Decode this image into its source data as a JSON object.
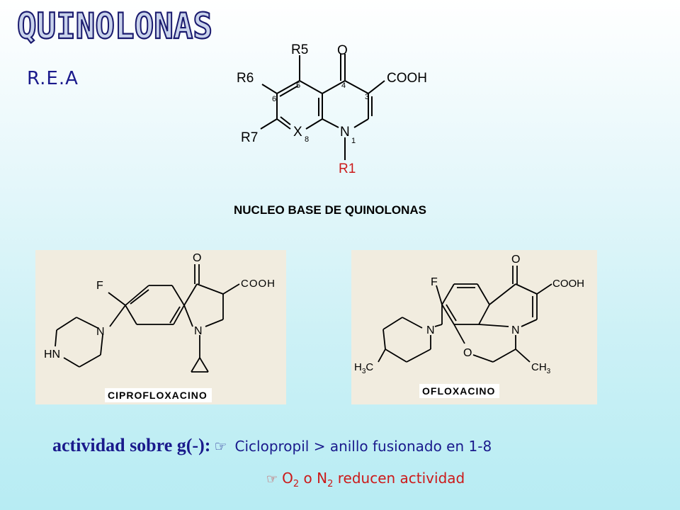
{
  "slide": {
    "title": "QUINOLONAS",
    "subtitle": "R.E.A"
  },
  "core_structure": {
    "caption": "NUCLEO BASE DE QUINOLONAS",
    "labels": {
      "r5": "R5",
      "r6": "R6",
      "r7": "R7",
      "r1": "R1",
      "oxygen": "O",
      "cooh": "COOH",
      "x": "X",
      "n": "N",
      "pos1": "1",
      "pos3": "3",
      "pos4": "4",
      "pos5": "5",
      "pos6": "6",
      "pos8": "8"
    }
  },
  "ciprofloxacino": {
    "name": "CIPROFLOXACINO",
    "labels": {
      "f": "F",
      "o": "O",
      "cooh": "COOH",
      "n": "N",
      "n_pip": "N",
      "hn": "HN"
    }
  },
  "ofloxacino": {
    "name": "OFLOXACINO",
    "labels": {
      "f": "F",
      "o": "O",
      "cooh": "COOH",
      "n": "N",
      "n_pip": "N",
      "o_ring": "O",
      "h3c": "H",
      "h3c_sub": "3",
      "h3c_tail": "C",
      "ch3": "CH",
      "ch3_sub": "3"
    }
  },
  "notes": {
    "lead": "actividad sobre g(-):",
    "bullet": "☞",
    "line1": "Ciclopropil > anillo fusionado en 1-8",
    "line2_parts": {
      "o": "O",
      "o_sub": "2",
      "mid": " o N",
      "n_sub": "2",
      "rest": " reducen actividad"
    }
  },
  "colors": {
    "title_fill": "#c9d3ec",
    "title_stroke": "#1a1a6e",
    "blue_text": "#1a1a8c",
    "red_text": "#cc1a1a",
    "panel_bg": "#f1ecdf"
  }
}
